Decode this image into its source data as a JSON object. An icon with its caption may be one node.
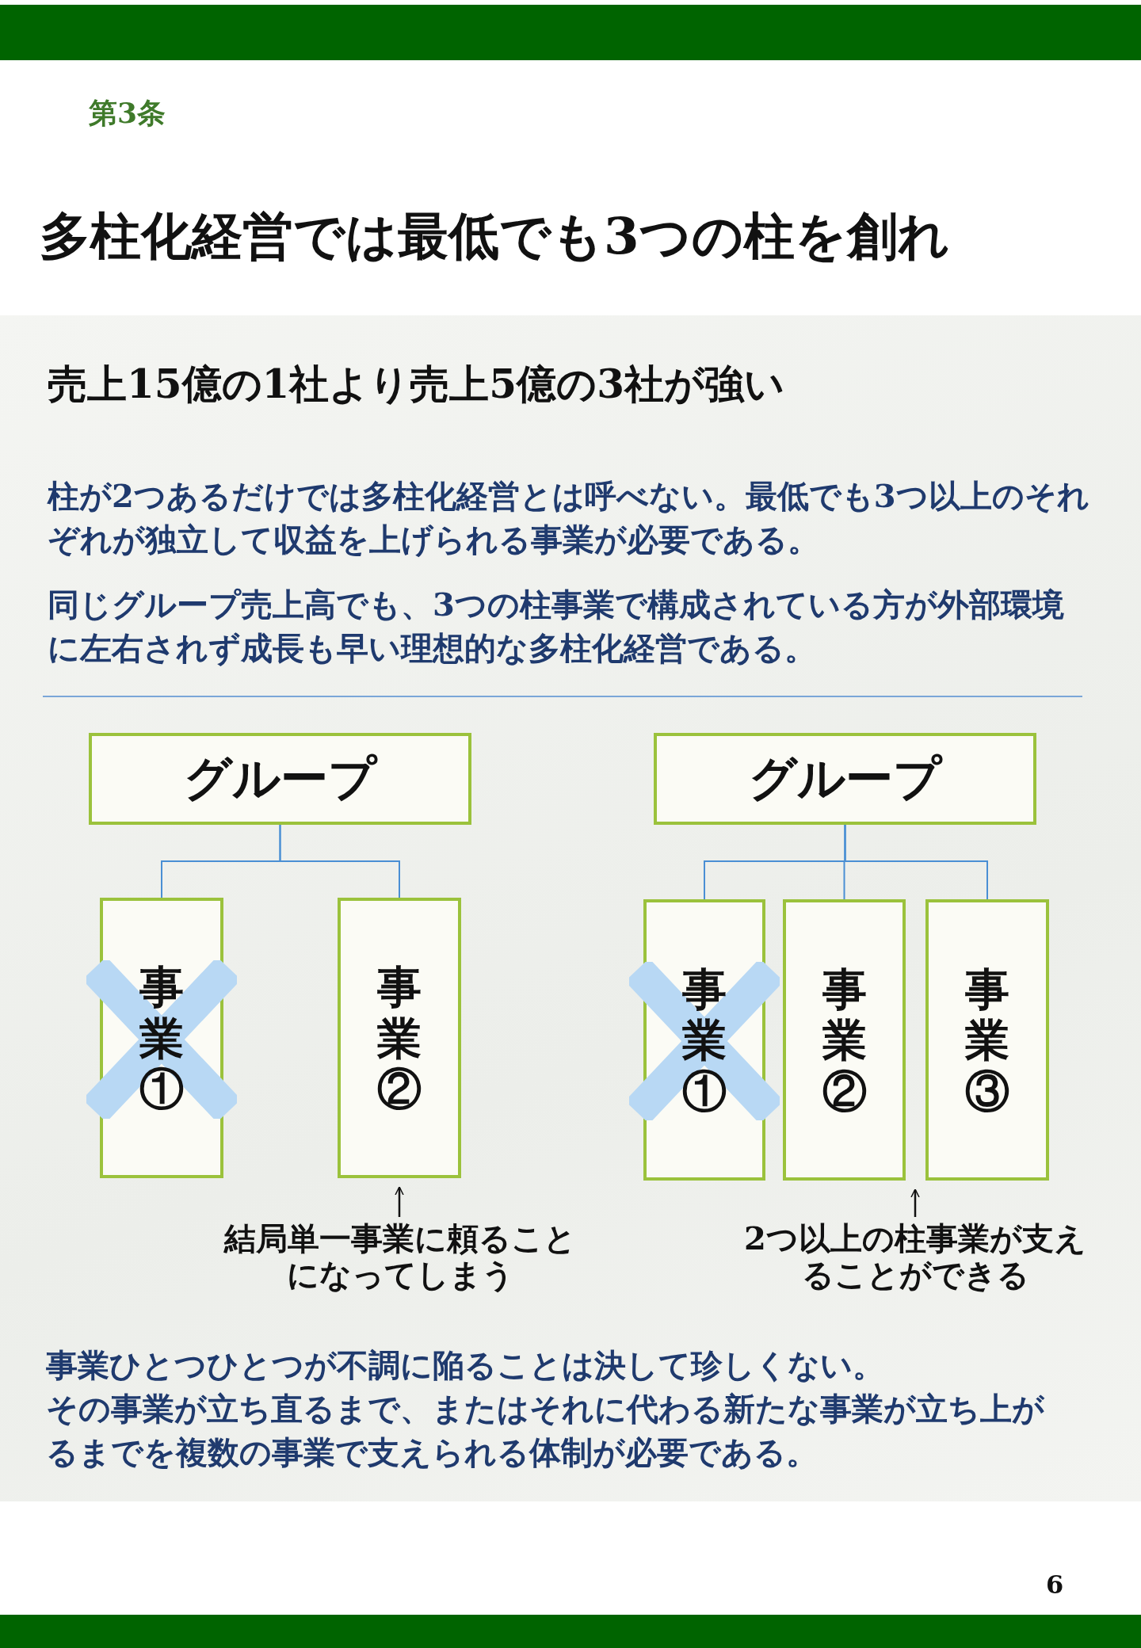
{
  "diagram": {
    "title": "多柱化経営では最低でも3つの柱を創れ",
    "nodes": [
      {
        "text": [
          "グループ"
        ]
      },
      {
        "text": [
          "事業①"
        ]
      },
      {
        "text": [
          "事業②"
        ]
      },
      {
        "text": [
          "グループ"
        ]
      },
      {
        "text": [
          "事業①"
        ]
      },
      {
        "text": [
          "事業②"
        ]
      },
      {
        "text": [
          "事業③"
        ]
      },
      {
        "text": [
          "結局単一事業に頼ることになってしまう"
        ]
      },
      {
        "text": [
          "2つ以上の柱事業が支えることができる"
        ]
      }
    ],
    "edges": [
      {
        "from": 0,
        "to": 1,
        "arrow": "none"
      },
      {
        "from": 0,
        "to": 2,
        "arrow": "none"
      },
      {
        "from": 3,
        "to": 4,
        "arrow": "none"
      },
      {
        "from": 3,
        "to": 5,
        "arrow": "none"
      },
      {
        "from": 3,
        "to": 6,
        "arrow": "none"
      },
      {
        "from": 7,
        "to": 2,
        "arrow": "to",
        "color": "#111111"
      },
      {
        "from": 8,
        "to": 5,
        "arrow": "to",
        "color": "#111111"
      }
    ],
    "labels": [
      "第3条",
      "売上15億の1社より売上5億の3社が強い",
      "柱が2つあるだけでは多柱化経営とは呼べない。最低でも3つ以上のそれぞれが独立して収益を上げられる事業が必要である。",
      "同じグループ売上高でも、3つの柱事業で構成されている方が外部環境に左右されず成長も早い理想的な多柱化経営である。",
      "事業ひとつひとつが不調に陥ることは決して珍しくない。",
      "その事業が立ち直るまで、またはそれに代わる新たな事業が立ち上がるまでを複数の事業で支えられる体制が必要である。",
      "6"
    ]
  }
}
